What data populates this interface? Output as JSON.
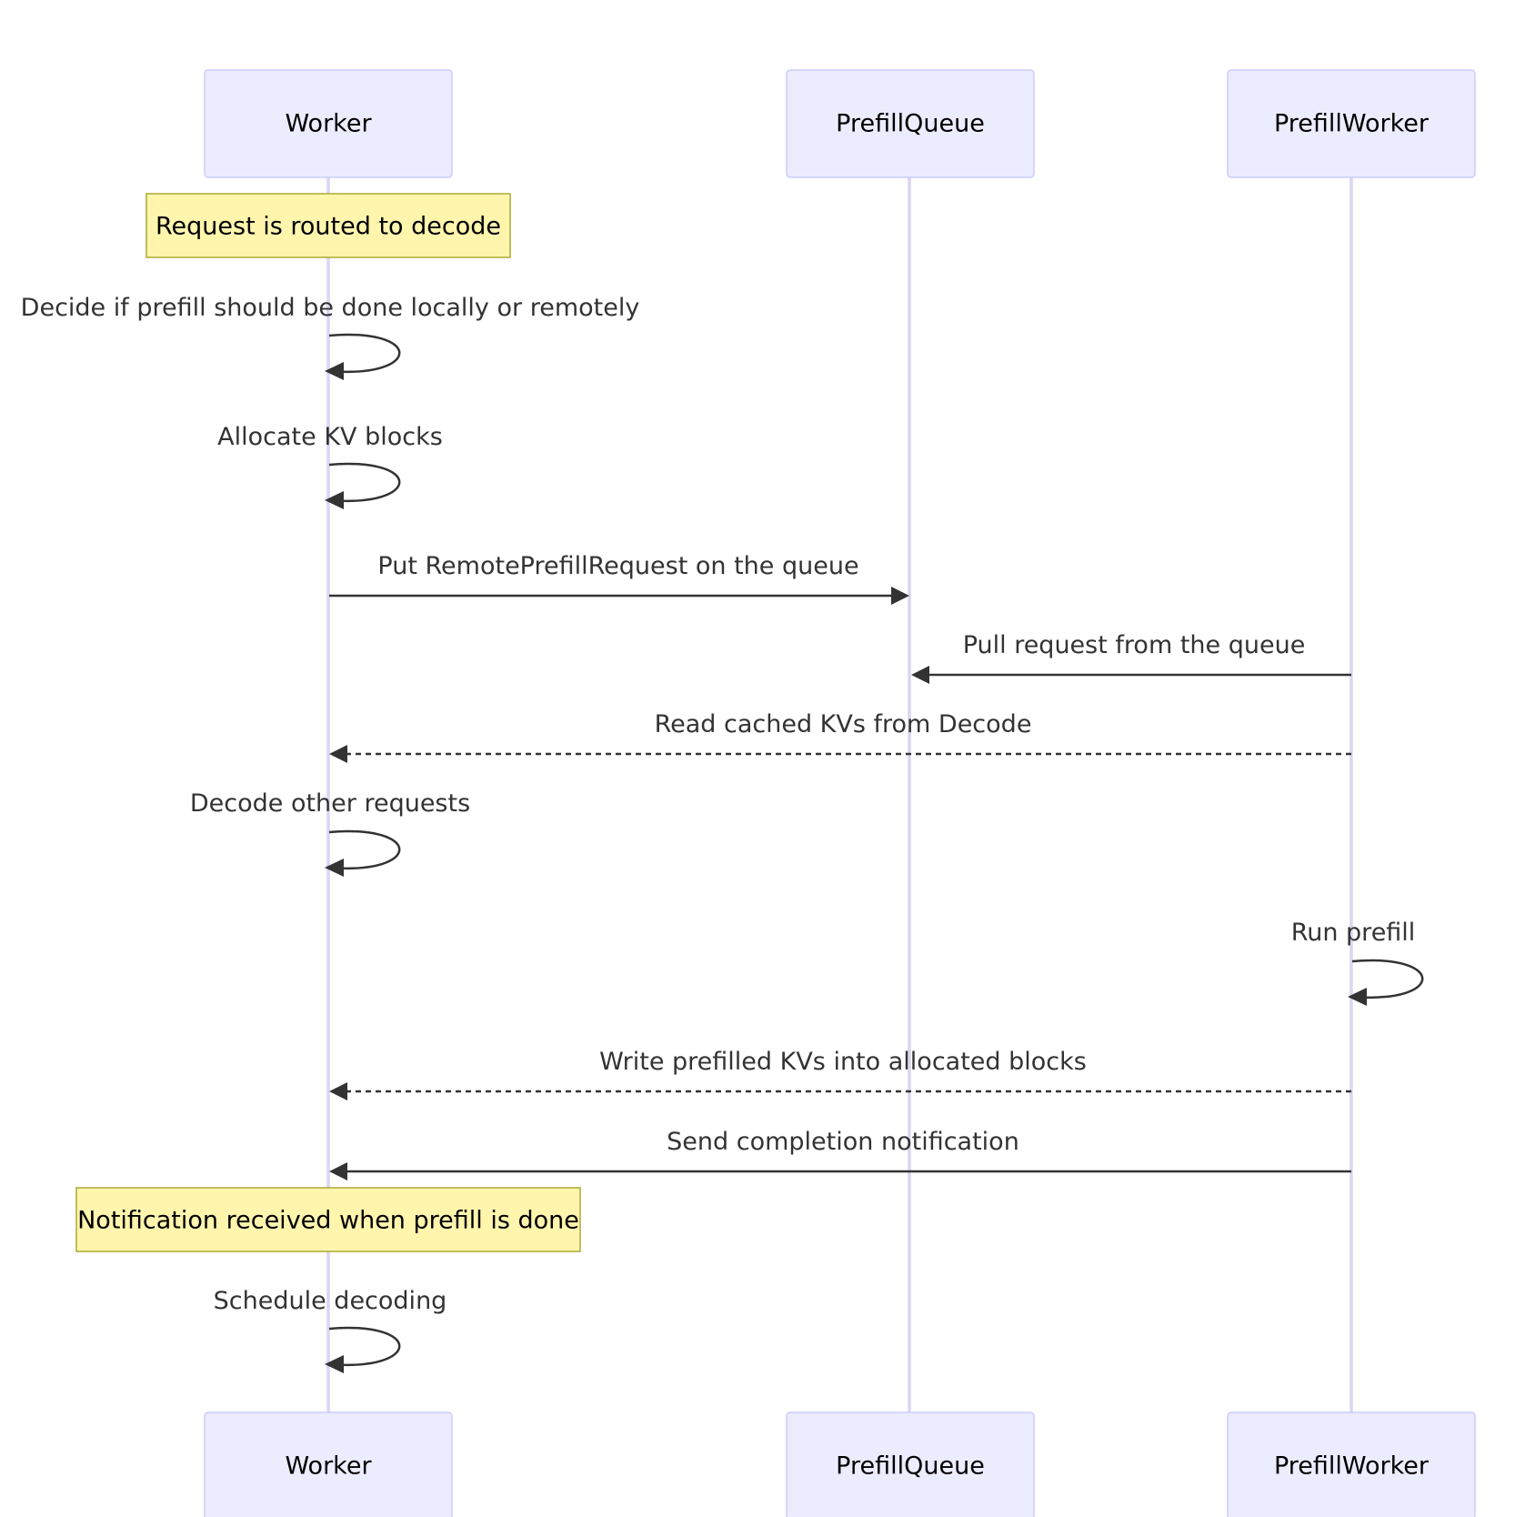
{
  "actors": [
    {
      "id": "worker",
      "label": "Worker"
    },
    {
      "id": "queue",
      "label": "PrefillQueue"
    },
    {
      "id": "pworker",
      "label": "PrefillWorker"
    }
  ],
  "notes": [
    {
      "over": "worker",
      "text": "Request is routed to decode"
    },
    {
      "over": "worker",
      "text": "Notification received when prefill is done"
    }
  ],
  "messages": [
    {
      "from": "worker",
      "to": "worker",
      "text": "Decide if prefill should be done locally or remotely",
      "style": "solid"
    },
    {
      "from": "worker",
      "to": "worker",
      "text": "Allocate KV blocks",
      "style": "solid"
    },
    {
      "from": "worker",
      "to": "queue",
      "text": "Put RemotePrefillRequest on the queue",
      "style": "solid"
    },
    {
      "from": "pworker",
      "to": "queue",
      "text": "Pull request from the queue",
      "style": "solid"
    },
    {
      "from": "pworker",
      "to": "worker",
      "text": "Read cached KVs from Decode",
      "style": "dashed"
    },
    {
      "from": "worker",
      "to": "worker",
      "text": "Decode other requests",
      "style": "solid"
    },
    {
      "from": "pworker",
      "to": "pworker",
      "text": "Run prefill",
      "style": "solid"
    },
    {
      "from": "pworker",
      "to": "worker",
      "text": "Write prefilled KVs into allocated blocks",
      "style": "dashed"
    },
    {
      "from": "pworker",
      "to": "worker",
      "text": "Send completion notification",
      "style": "solid"
    },
    {
      "from": "worker",
      "to": "worker",
      "text": "Schedule decoding",
      "style": "solid"
    }
  ],
  "colors": {
    "actor_fill": "#ECECFF",
    "actor_border": "#CCCCFF",
    "lifeline": "#DCD4F4",
    "note_fill": "#FFF5AD",
    "note_border": "#AAAA33",
    "message": "#333333"
  }
}
